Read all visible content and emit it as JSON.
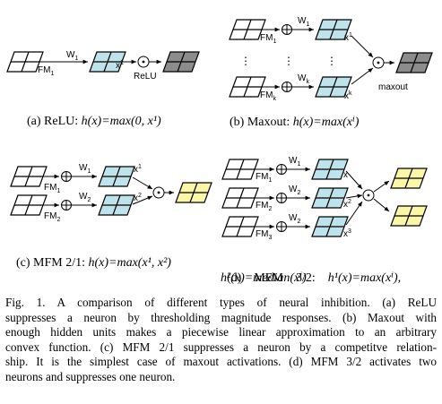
{
  "colors": {
    "blue": "#bfe3ea",
    "gray": "#8c8c8c",
    "yellow": "#fbf7a8"
  },
  "labels": {
    "fm1": "FM",
    "fm1_sub": "1",
    "fm2": "FM",
    "fm2_sub": "2",
    "fm3": "FM",
    "fm3_sub": "3",
    "fmk": "FM",
    "fmk_sub": "k",
    "w1": "W",
    "w1_sub": "1",
    "w2": "W",
    "w2_sub": "2",
    "wk": "W",
    "wk_sub": "k",
    "x1": "x",
    "x1_sup": "1",
    "x2": "x",
    "x2_sup": "2",
    "x3": "x",
    "x3_sup": "3",
    "xk": "x",
    "xk_sup": "k",
    "relu": "ReLU",
    "maxout": "maxout",
    "dots": "⋮"
  },
  "subcaptions": {
    "a": {
      "prefix": "(a)  ReLU: ",
      "math": "h(x)=max(0, x¹)"
    },
    "b": {
      "prefix": "(b)  Maxout: ",
      "math": "h(x)=max(xⁱ)"
    },
    "c": {
      "prefix": "(c)  MFM 2/1: ",
      "math": "h(x)=max(x¹, x²)"
    },
    "d_line1": {
      "prefix": "(d)    MFM    3/2:    ",
      "math": "h¹(x)=max(xⁱ),"
    },
    "d_line2": {
      "math": "h²(x)=median(xⁱ)"
    }
  },
  "caption": {
    "line1": "Fig. 1.   A comparison of different types of neural inhibition. (a) ReLU",
    "line2": "suppresses a neuron by thresholding magnitude responses. (b) Maxout with",
    "line3": "enough hidden units makes a piecewise linear approximation to an arbitrary",
    "line4": "convex function. (c) MFM 2/1 suppresses a neuron by a competitve relation-",
    "line5": "ship. It is the simplest case of maxout activations. (d) MFM 3/2 activates two",
    "line6": "neurons and suppresses one neuron."
  }
}
